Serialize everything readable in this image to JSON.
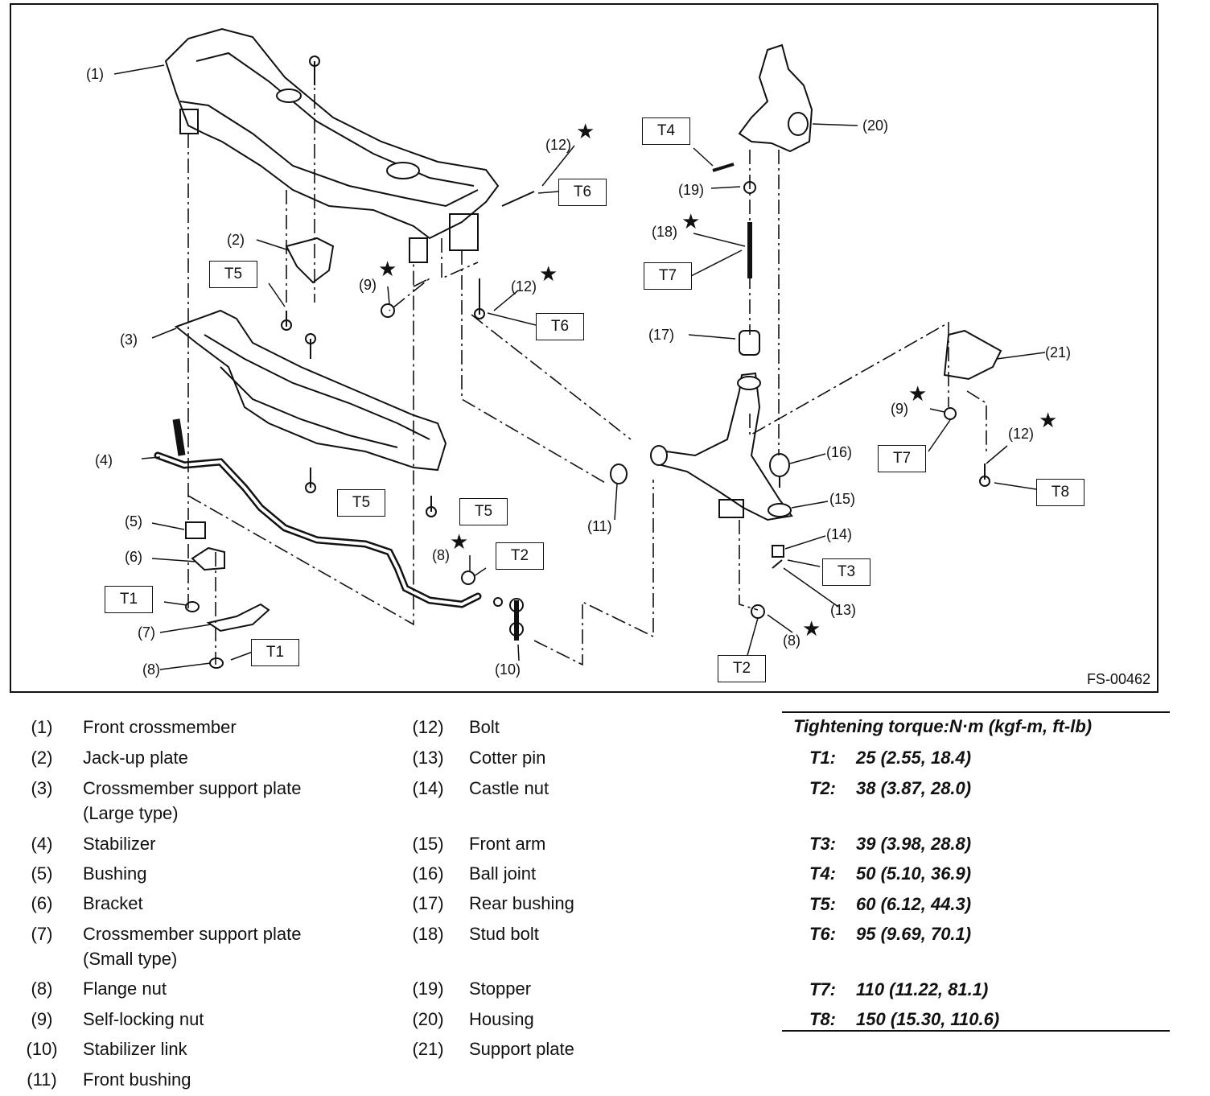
{
  "diagram": {
    "figure_id": "FS-00462",
    "callouts": [
      {
        "id": "c1",
        "text": "(1)"
      },
      {
        "id": "c2",
        "text": "(2)"
      },
      {
        "id": "c3",
        "text": "(3)"
      },
      {
        "id": "c4",
        "text": "(4)"
      },
      {
        "id": "c5",
        "text": "(5)"
      },
      {
        "id": "c6",
        "text": "(6)"
      },
      {
        "id": "c7",
        "text": "(7)"
      },
      {
        "id": "c8a",
        "text": "(8)"
      },
      {
        "id": "c8b",
        "text": "(8)"
      },
      {
        "id": "c8c",
        "text": "(8)"
      },
      {
        "id": "c9a",
        "text": "(9)"
      },
      {
        "id": "c9b",
        "text": "(9)"
      },
      {
        "id": "c10",
        "text": "(10)"
      },
      {
        "id": "c11",
        "text": "(11)"
      },
      {
        "id": "c12a",
        "text": "(12)"
      },
      {
        "id": "c12b",
        "text": "(12)"
      },
      {
        "id": "c12c",
        "text": "(12)"
      },
      {
        "id": "c13",
        "text": "(13)"
      },
      {
        "id": "c14",
        "text": "(14)"
      },
      {
        "id": "c15",
        "text": "(15)"
      },
      {
        "id": "c16",
        "text": "(16)"
      },
      {
        "id": "c17",
        "text": "(17)"
      },
      {
        "id": "c18",
        "text": "(18)"
      },
      {
        "id": "c19",
        "text": "(19)"
      },
      {
        "id": "c20",
        "text": "(20)"
      },
      {
        "id": "c21",
        "text": "(21)"
      }
    ],
    "torque_boxes": [
      {
        "id": "b-t6a",
        "text": "T6"
      },
      {
        "id": "b-t6b",
        "text": "T6"
      },
      {
        "id": "b-t5a",
        "text": "T5"
      },
      {
        "id": "b-t5b",
        "text": "T5"
      },
      {
        "id": "b-t5c",
        "text": "T5"
      },
      {
        "id": "b-t2a",
        "text": "T2"
      },
      {
        "id": "b-t2b",
        "text": "T2"
      },
      {
        "id": "b-t1a",
        "text": "T1"
      },
      {
        "id": "b-t1b",
        "text": "T1"
      },
      {
        "id": "b-t4",
        "text": "T4"
      },
      {
        "id": "b-t7a",
        "text": "T7"
      },
      {
        "id": "b-t7b",
        "text": "T7"
      },
      {
        "id": "b-t3",
        "text": "T3"
      },
      {
        "id": "b-t8",
        "text": "T8"
      }
    ],
    "star_symbol": "★"
  },
  "legend": {
    "items": [
      {
        "num": "(1)",
        "name": "Front crossmember"
      },
      {
        "num": "(2)",
        "name": "Jack-up plate"
      },
      {
        "num": "(3)",
        "name": "Crossmember support plate",
        "name2": "(Large type)"
      },
      {
        "num": "(4)",
        "name": "Stabilizer"
      },
      {
        "num": "(5)",
        "name": "Bushing"
      },
      {
        "num": "(6)",
        "name": "Bracket"
      },
      {
        "num": "(7)",
        "name": "Crossmember support plate",
        "name2": "(Small type)"
      },
      {
        "num": "(8)",
        "name": "Flange nut"
      },
      {
        "num": "(9)",
        "name": "Self-locking nut"
      },
      {
        "num": "(10)",
        "name": "Stabilizer link"
      },
      {
        "num": "(11)",
        "name": "Front bushing"
      },
      {
        "num": "(12)",
        "name": "Bolt"
      },
      {
        "num": "(13)",
        "name": "Cotter pin"
      },
      {
        "num": "(14)",
        "name": "Castle nut"
      },
      {
        "num": "(15)",
        "name": "Front arm"
      },
      {
        "num": "(16)",
        "name": "Ball joint"
      },
      {
        "num": "(17)",
        "name": "Rear bushing"
      },
      {
        "num": "(18)",
        "name": "Stud bolt"
      },
      {
        "num": "(19)",
        "name": "Stopper"
      },
      {
        "num": "(20)",
        "name": "Housing"
      },
      {
        "num": "(21)",
        "name": "Support plate"
      }
    ]
  },
  "torque": {
    "title": "Tightening torque:N·m (kgf-m, ft-lb)",
    "rows": [
      {
        "code": "T1:",
        "value": "25 (2.55, 18.4)"
      },
      {
        "code": "T2:",
        "value": "38 (3.87, 28.0)"
      },
      {
        "code": "T3:",
        "value": "39 (3.98, 28.8)"
      },
      {
        "code": "T4:",
        "value": "50 (5.10, 36.9)"
      },
      {
        "code": "T5:",
        "value": "60 (6.12, 44.3)"
      },
      {
        "code": "T6:",
        "value": "95 (9.69, 70.1)"
      },
      {
        "code": "T7:",
        "value": "110 (11.22, 81.1)"
      },
      {
        "code": "T8:",
        "value": "150 (15.30, 110.6)"
      }
    ]
  }
}
